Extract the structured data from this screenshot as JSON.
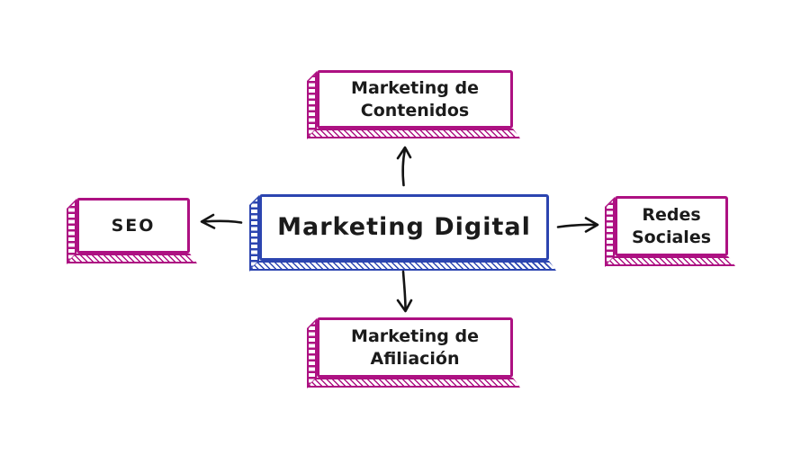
{
  "page": {
    "type": "mind-map-diagram",
    "background": "#ffffff"
  },
  "colors": {
    "center_border": "#2c45b0",
    "node_border": "#ad1182",
    "arrow": "#141414",
    "text": "#1b1b1b"
  },
  "center": {
    "label": "Marketing Digital"
  },
  "nodes": {
    "top": {
      "label": "Marketing de\nContenidos",
      "direction": "up"
    },
    "left": {
      "label": "SEO",
      "direction": "left"
    },
    "right": {
      "label": "Redes\nSociales",
      "direction": "right"
    },
    "bottom": {
      "label": "Marketing de\nAfiliación",
      "direction": "down"
    }
  },
  "arrows": [
    "arrow-up",
    "arrow-left",
    "arrow-right",
    "arrow-down"
  ]
}
